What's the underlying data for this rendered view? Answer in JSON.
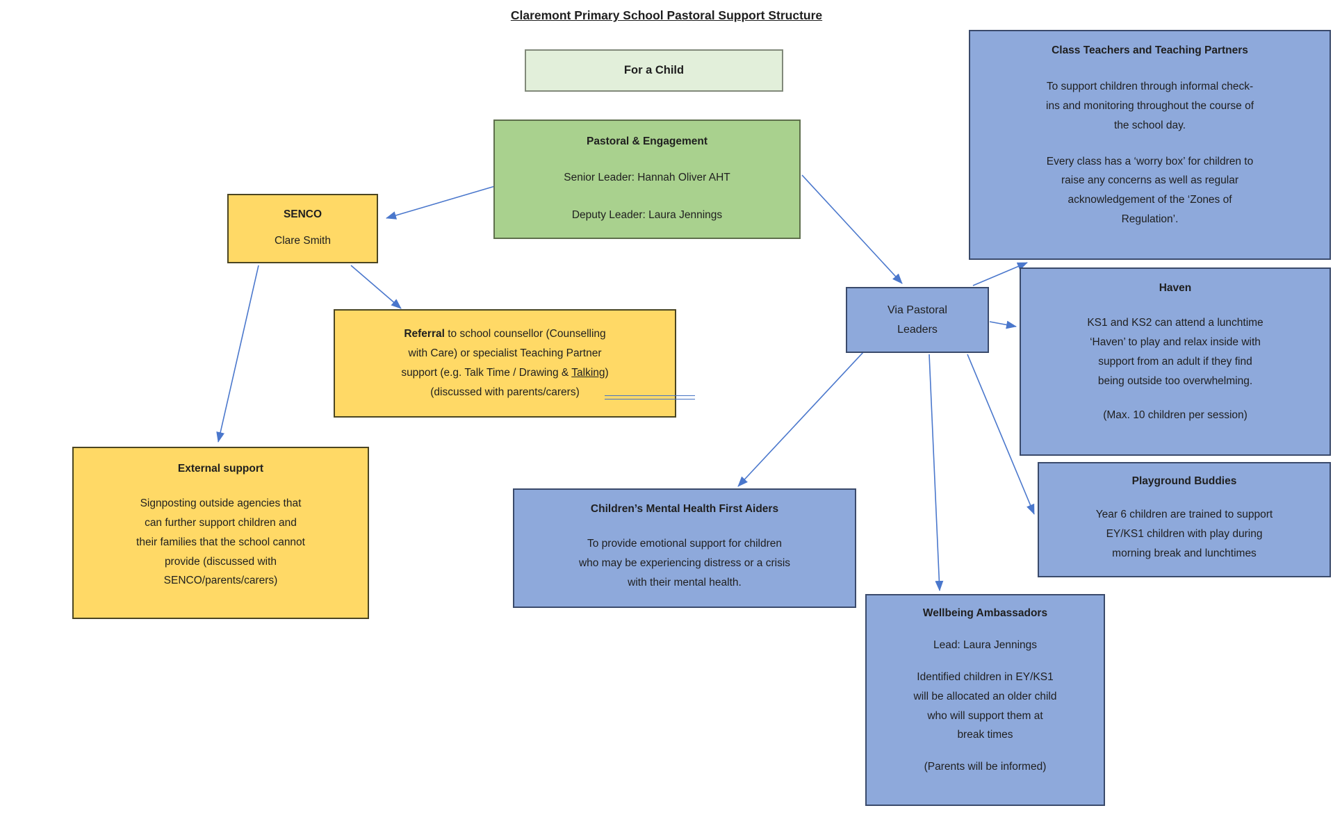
{
  "title": "Claremont Primary School Pastoral Support Structure",
  "colors": {
    "yellow_fill": "#FFD966",
    "green_fill": "#A9D18E",
    "light_green_fill": "#E2EFDA",
    "blue_fill": "#8EA9DB",
    "arrow": "#4472C4",
    "text": "#1f1f1f"
  },
  "boxes": {
    "for_a_child": {
      "title": "For a Child"
    },
    "pastoral": {
      "title": "Pastoral & Engagement",
      "p1": "Senior Leader: Hannah Oliver AHT",
      "p2": "Deputy Leader: Laura Jennings"
    },
    "senco": {
      "title": "SENCO",
      "p1": "Clare Smith"
    },
    "referral": {
      "seg_bold": "Referral",
      "seg_mid": " to school counsellor (Counselling\nwith Care) or specialist Teaching Partner\nsupport (e.g. Talk Time / Drawing & ",
      "seg_underlined": "Talking",
      "seg_tail": ")\n(discussed with parents/carers)"
    },
    "external": {
      "title": "External support",
      "p1": "Signposting outside agencies that\ncan further support children and\ntheir families that the school cannot\nprovide (discussed with\nSENCO/parents/carers)"
    },
    "class_teachers": {
      "title": "Class Teachers and Teaching Partners",
      "p1": "To support children through informal check-\nins and monitoring throughout the course of\nthe school day.",
      "p2": "Every class has a ‘worry box’ for children to\nraise any concerns as well as regular\nacknowledgement of the ‘Zones of\nRegulation’."
    },
    "via": {
      "title": "Via Pastoral\nLeaders"
    },
    "haven": {
      "title": "Haven",
      "p1": "KS1 and KS2 can attend a lunchtime\n‘Haven’ to play and relax inside with\nsupport from an adult if they find\nbeing outside too overwhelming.",
      "p2": "(Max. 10 children per session)"
    },
    "playground": {
      "title": "Playground Buddies",
      "p1": "Year 6 children are trained to support\nEY/KS1 children with play during\nmorning break and lunchtimes"
    },
    "cmhfa": {
      "title": "Children’s Mental Health First Aiders",
      "p1": "To provide emotional support for children\nwho may be experiencing distress or a crisis\nwith their mental health."
    },
    "wellbeing": {
      "title": "Wellbeing Ambassadors",
      "p1": "Lead: Laura Jennings",
      "p2": "Identified children in EY/KS1\nwill be allocated an older child\nwho will support them at\nbreak times",
      "p3": "(Parents will be informed)"
    }
  },
  "edges": [
    {
      "from": "pastoral-engagement",
      "to": "senco"
    },
    {
      "from": "senco",
      "to": "referral"
    },
    {
      "from": "senco",
      "to": "external-support"
    },
    {
      "from": "pastoral-engagement",
      "to": "via-pastoral-leaders"
    },
    {
      "from": "via-pastoral-leaders",
      "to": "class-teachers"
    },
    {
      "from": "via-pastoral-leaders",
      "to": "haven"
    },
    {
      "from": "via-pastoral-leaders",
      "to": "playground-buddies"
    },
    {
      "from": "via-pastoral-leaders",
      "to": "wellbeing-ambassadors"
    },
    {
      "from": "via-pastoral-leaders",
      "to": "childrens-mental-health-first-aiders"
    }
  ]
}
